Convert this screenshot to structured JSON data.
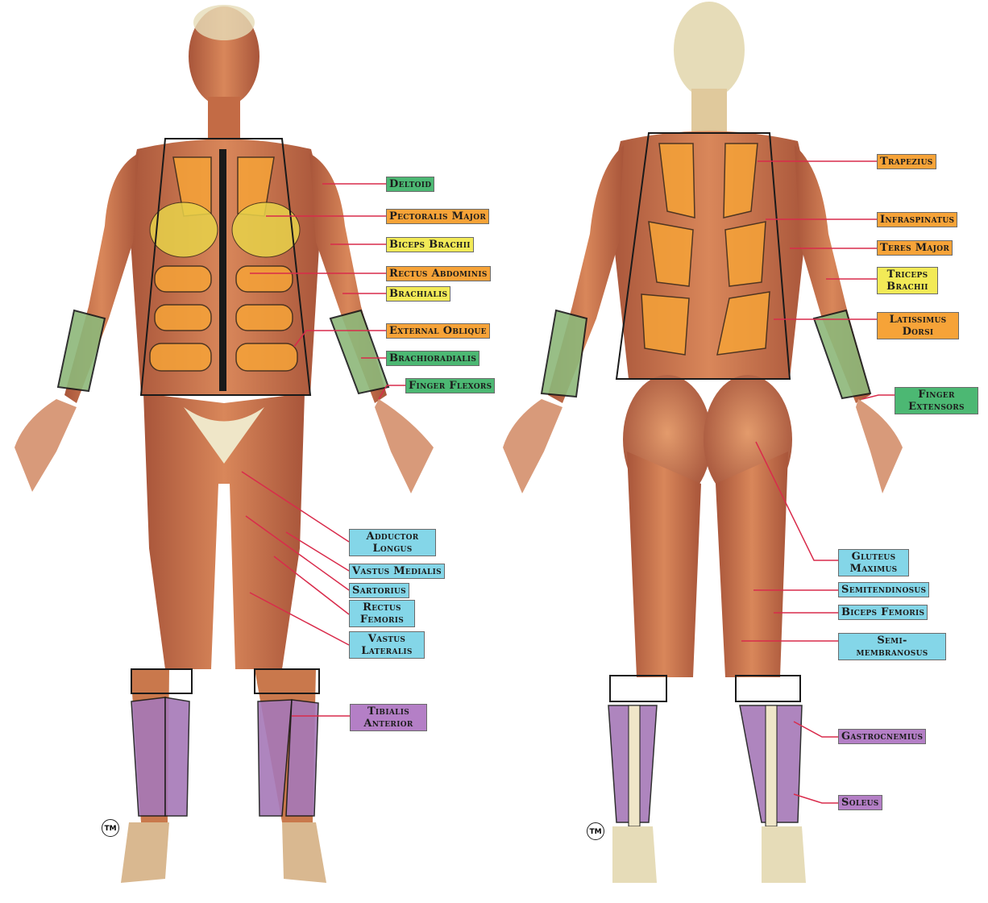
{
  "colors": {
    "green": "#4cb873",
    "orange": "#f6a338",
    "yellow": "#f2ea57",
    "cyan": "#84d6e8",
    "purple": "#b47fc6",
    "leader_line": "#d92b4b",
    "muscle": "#c8754a",
    "tendon": "#efe6c8"
  },
  "front_labels": {
    "deltoid": {
      "line1": "Deltoid"
    },
    "pectoralis_major": {
      "line1": "Pectoralis Major"
    },
    "biceps_brachii": {
      "line1": "Biceps Brachii"
    },
    "rectus_abdominis": {
      "line1": "Rectus Abdominis"
    },
    "brachialis": {
      "line1": "Brachialis"
    },
    "external_oblique": {
      "line1": "External Oblique"
    },
    "brachioradialis": {
      "line1": "Brachioradialis"
    },
    "finger_flexors": {
      "line1": "Finger Flexors"
    },
    "adductor_longus": {
      "line1": "Adductor",
      "line2": "Longus"
    },
    "vastus_medialis": {
      "line1": "Vastus Medialis"
    },
    "sartorius": {
      "line1": "Sartorius"
    },
    "rectus_femoris": {
      "line1": "Rectus",
      "line2": "Femoris"
    },
    "vastus_lateralis": {
      "line1": "Vastus",
      "line2": "Lateralis"
    },
    "tibialis_anterior": {
      "line1": "Tibialis",
      "line2": "Anterior"
    }
  },
  "back_labels": {
    "trapezius": {
      "line1": "Trapezius"
    },
    "infraspinatus": {
      "line1": "Infraspinatus"
    },
    "teres_major": {
      "line1": "Teres Major"
    },
    "triceps_brachii": {
      "line1": "Triceps",
      "line2": "Brachii"
    },
    "latissimus_dorsi": {
      "line1": "Latissimus",
      "line2": "Dorsi"
    },
    "finger_extensors": {
      "line1": "Finger",
      "line2": "Extensors"
    },
    "gluteus_maximus": {
      "line1": "Gluteus",
      "line2": "Maximus"
    },
    "semitendinosus": {
      "line1": "Semitendinosus"
    },
    "biceps_femoris": {
      "line1": "Biceps Femoris"
    },
    "semimembranosus": {
      "line1": "Semi-",
      "line2": "membranosus"
    },
    "gastrocnemius": {
      "line1": "Gastrocnemius"
    },
    "soleus": {
      "line1": "Soleus"
    }
  },
  "trademark": "TM"
}
